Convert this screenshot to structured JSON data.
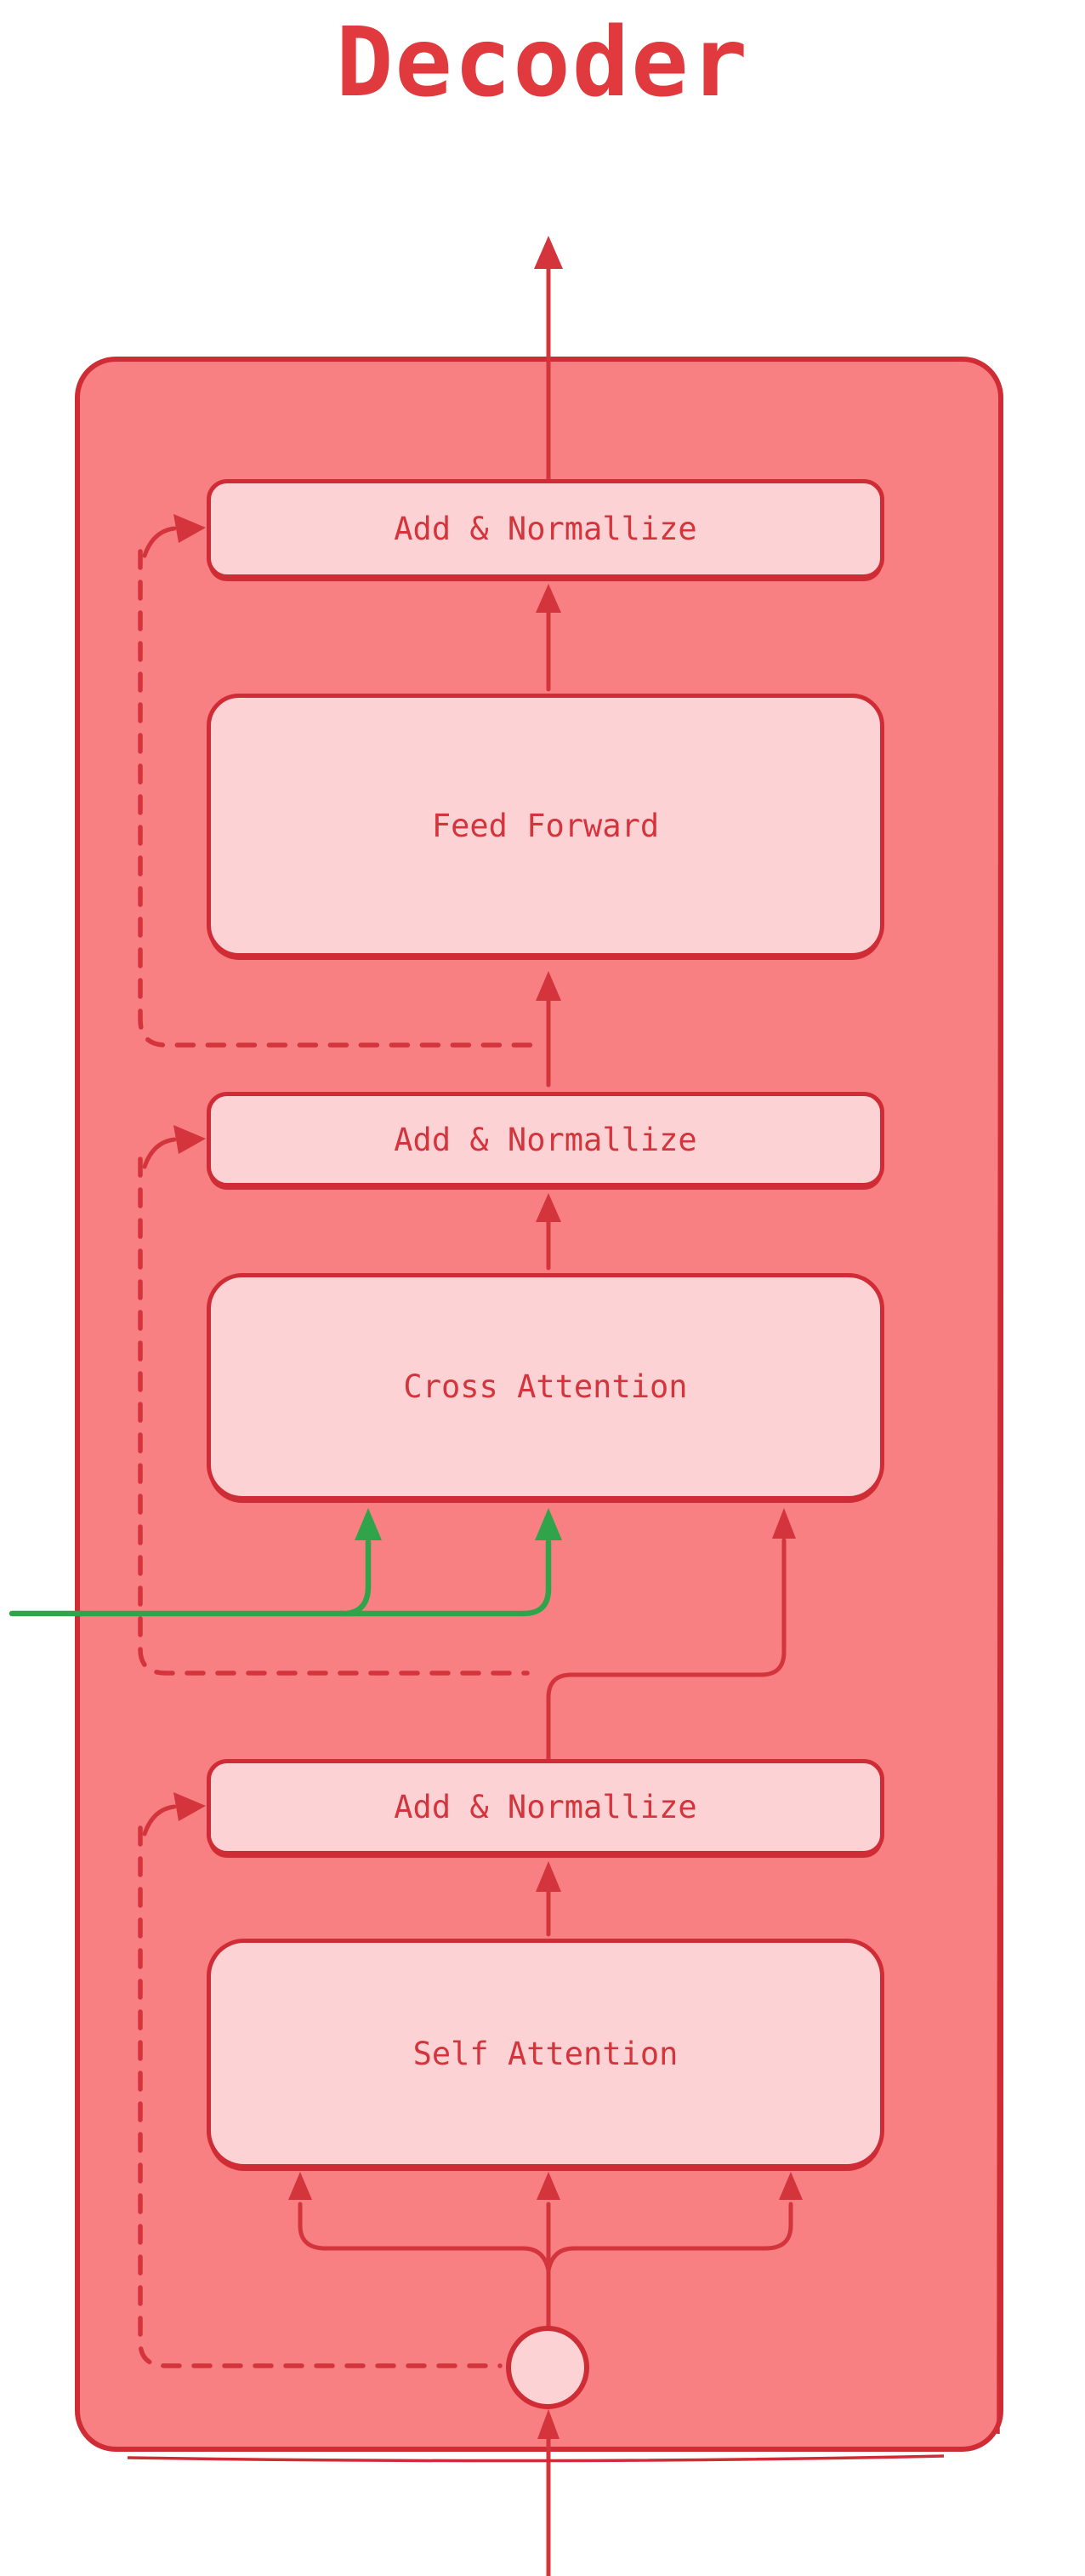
{
  "title": "Decoder",
  "colors": {
    "title-red": "#e03a3e",
    "red-border": "#d02c35",
    "red-line": "#d4353c",
    "green-line": "#2fa44b",
    "salmon-fill": "#f87f82",
    "pink-fill": "#fdd2d5"
  },
  "diagram": {
    "boxes": [
      {
        "id": "add-normallize-top",
        "label": "Add & Normallize"
      },
      {
        "id": "feed-forward",
        "label": "Feed Forward"
      },
      {
        "id": "add-normallize-middle",
        "label": "Add & Normallize"
      },
      {
        "id": "cross-attention",
        "label": "Cross Attention"
      },
      {
        "id": "add-normallize-bottom",
        "label": "Add & Normallize"
      },
      {
        "id": "self-attention",
        "label": "Self Attention"
      }
    ],
    "junction": {
      "id": "input-junction",
      "label": ""
    },
    "edges": [
      {
        "from": "input",
        "to": "input-junction",
        "color": "red",
        "style": "solid"
      },
      {
        "from": "input-junction",
        "to": "self-attention",
        "color": "red",
        "style": "solid",
        "arrows": 3
      },
      {
        "from": "self-attention",
        "to": "add-normallize-bottom",
        "color": "red",
        "style": "solid"
      },
      {
        "from": "input-junction",
        "to": "add-normallize-bottom",
        "color": "red",
        "style": "dashed"
      },
      {
        "from": "add-normallize-bottom",
        "to": "cross-attention",
        "color": "red",
        "style": "solid"
      },
      {
        "from": "external-left",
        "to": "cross-attention",
        "color": "green",
        "style": "solid",
        "arrows": 2
      },
      {
        "from": "cross-attention",
        "to": "add-normallize-middle",
        "color": "red",
        "style": "solid"
      },
      {
        "from": "add-normallize-bottom",
        "to": "add-normallize-middle",
        "color": "red",
        "style": "dashed"
      },
      {
        "from": "add-normallize-middle",
        "to": "feed-forward",
        "color": "red",
        "style": "solid"
      },
      {
        "from": "feed-forward",
        "to": "add-normallize-top",
        "color": "red",
        "style": "solid"
      },
      {
        "from": "add-normallize-middle",
        "to": "add-normallize-top",
        "color": "red",
        "style": "dashed"
      },
      {
        "from": "add-normallize-top",
        "to": "output",
        "color": "red",
        "style": "solid"
      }
    ]
  }
}
